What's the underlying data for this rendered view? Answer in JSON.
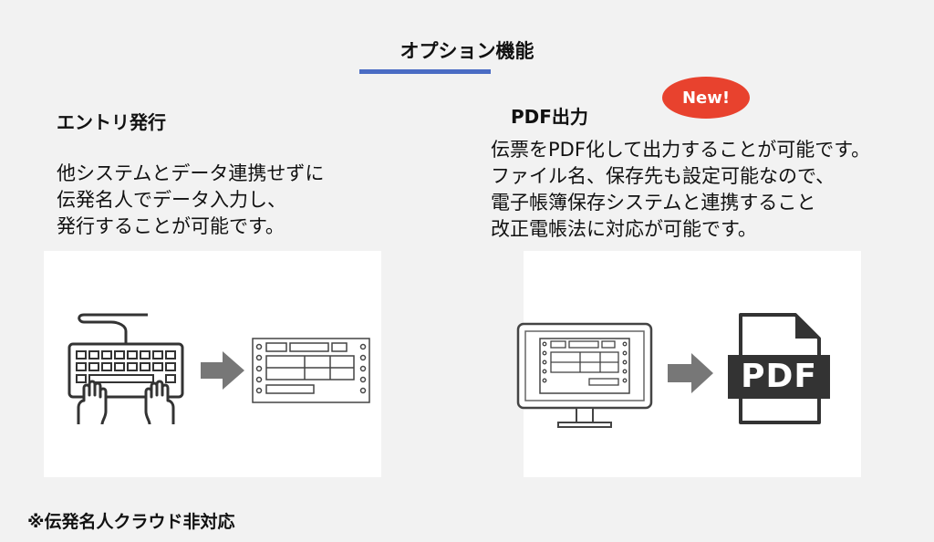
{
  "page_title": "オプション機能",
  "new_badge": "New!",
  "left_section": {
    "title": "エントリ発行",
    "description_lines": [
      "他システムとデータ連携せずに",
      "伝発名人でデータ入力し、",
      "発行することが可能です。"
    ]
  },
  "right_section": {
    "title": "PDF出力",
    "description_lines": [
      "伝票をPDF化して出力することが可能です。",
      "ファイル名、保存先も設定可能なので、",
      "電子帳簿保存システムと連携すること",
      "改正電帳法に対応が可能です。"
    ],
    "pdf_icon_text": "PDF"
  },
  "footnote": "※伝発名人クラウド非対応",
  "colors": {
    "background": "#f2f2f2",
    "underline": "#4a6cc4",
    "badge": "#e8422e",
    "arrow": "#777777",
    "icon_dark": "#333333"
  },
  "icons": [
    "keyboard-hands-icon",
    "arrow-right-icon",
    "form-slip-icon",
    "monitor-icon",
    "pdf-file-icon"
  ]
}
